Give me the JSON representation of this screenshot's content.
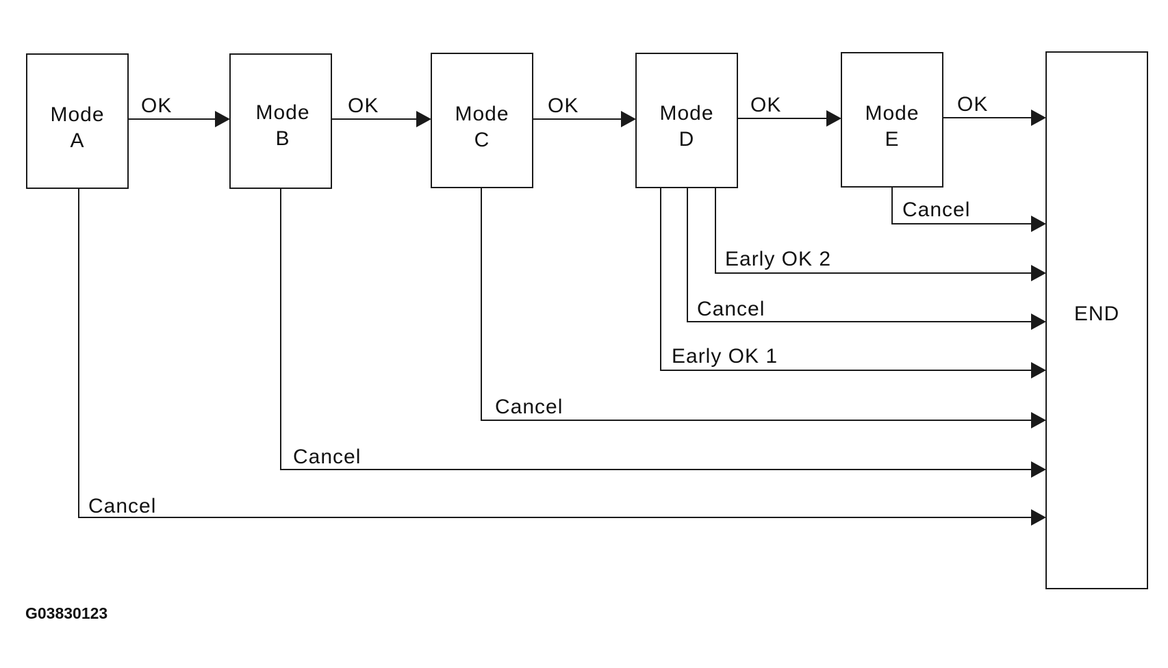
{
  "figure_id": "G03830123",
  "nodes": [
    {
      "id": "mode-a",
      "line1": "Mode",
      "line2": "A"
    },
    {
      "id": "mode-b",
      "line1": "Mode",
      "line2": "B"
    },
    {
      "id": "mode-c",
      "line1": "Mode",
      "line2": "C"
    },
    {
      "id": "mode-d",
      "line1": "Mode",
      "line2": "D"
    },
    {
      "id": "mode-e",
      "line1": "Mode",
      "line2": "E"
    },
    {
      "id": "end",
      "line1": "END",
      "line2": ""
    }
  ],
  "edges": [
    {
      "id": "a-ok",
      "from": "mode-a",
      "to": "mode-b",
      "label": "OK"
    },
    {
      "id": "b-ok",
      "from": "mode-b",
      "to": "mode-c",
      "label": "OK"
    },
    {
      "id": "c-ok",
      "from": "mode-c",
      "to": "mode-d",
      "label": "OK"
    },
    {
      "id": "d-ok",
      "from": "mode-d",
      "to": "mode-e",
      "label": "OK"
    },
    {
      "id": "e-ok",
      "from": "mode-e",
      "to": "end",
      "label": "OK"
    },
    {
      "id": "e-cancel",
      "from": "mode-e",
      "to": "end",
      "label": "Cancel"
    },
    {
      "id": "d-early-ok-2",
      "from": "mode-d",
      "to": "end",
      "label": "Early OK 2"
    },
    {
      "id": "d-cancel",
      "from": "mode-d",
      "to": "end",
      "label": "Cancel"
    },
    {
      "id": "d-early-ok-1",
      "from": "mode-d",
      "to": "end",
      "label": "Early OK 1"
    },
    {
      "id": "c-cancel",
      "from": "mode-c",
      "to": "end",
      "label": "Cancel"
    },
    {
      "id": "b-cancel",
      "from": "mode-b",
      "to": "end",
      "label": "Cancel"
    },
    {
      "id": "a-cancel",
      "from": "mode-a",
      "to": "end",
      "label": "Cancel"
    }
  ]
}
